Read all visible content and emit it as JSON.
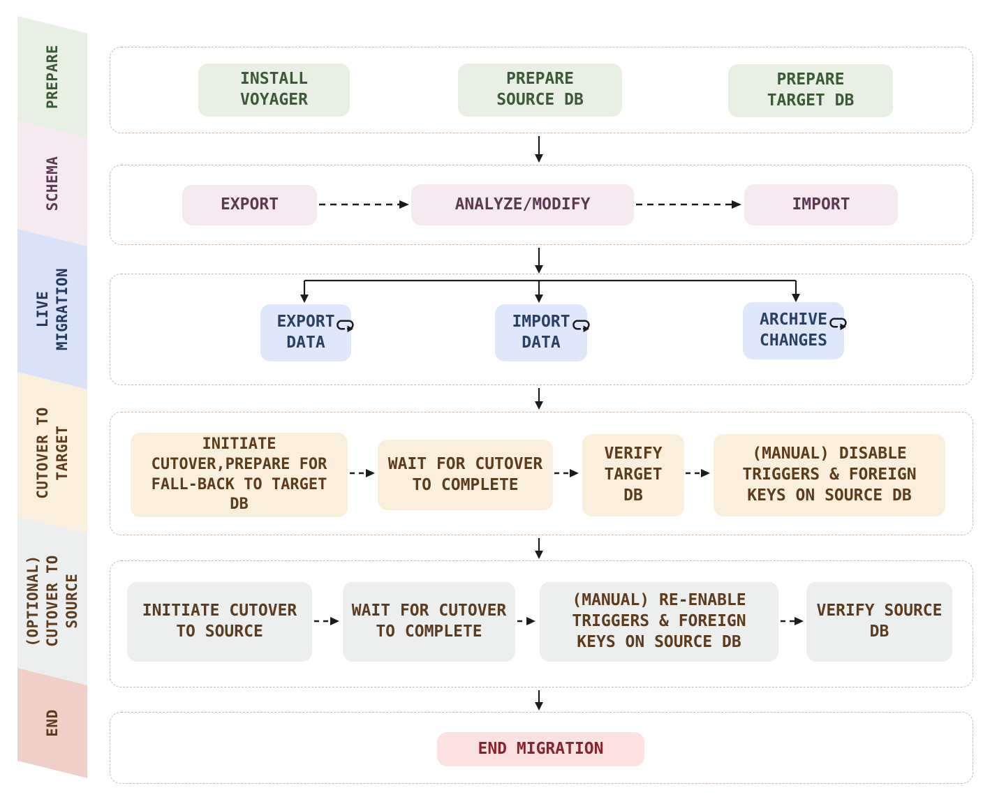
{
  "canvas": {
    "background": "#ffffff",
    "container_dash_color": "#ccb8a8",
    "connector_color": "#1b1b1b"
  },
  "sidebar": {
    "sections": [
      {
        "id": "prepare",
        "label": "PREPARE",
        "bg": "#e7f0e3",
        "fg": "#3d5a38"
      },
      {
        "id": "schema",
        "label": "SCHEMA",
        "bg": "#f6eaf0",
        "fg": "#5b3950"
      },
      {
        "id": "live-migration",
        "label": "LIVE\nMIGRATION",
        "bg": "#d9e2f6",
        "fg": "#24395b"
      },
      {
        "id": "cutover-to-target",
        "label": "CUTOVER TO\nTARGET",
        "bg": "#faeedd",
        "fg": "#5c3c1d"
      },
      {
        "id": "optional-cutover-to-source",
        "label": "(OPTIONAL)\nCUTOVER TO\nSOURCE",
        "bg": "#ecefee",
        "fg": "#5c3c1d"
      },
      {
        "id": "end",
        "label": "END",
        "bg": "#f1cfc9",
        "fg": "#5c3c1d"
      }
    ]
  },
  "flow": {
    "rows": [
      {
        "stage": "PREPARE",
        "nodes": [
          {
            "label": "INSTALL\nVOYAGER"
          },
          {
            "label": "PREPARE\nSOURCE DB"
          },
          {
            "label": "PREPARE\nTARGET DB"
          }
        ]
      },
      {
        "stage": "SCHEMA",
        "nodes": [
          {
            "label": "EXPORT"
          },
          {
            "label": "ANALYZE/MODIFY"
          },
          {
            "label": "IMPORT"
          }
        ]
      },
      {
        "stage": "LIVE MIGRATION",
        "nodes": [
          {
            "label": "EXPORT\nDATA",
            "icon": "loop-arrow-icon"
          },
          {
            "label": "IMPORT\nDATA",
            "icon": "loop-arrow-icon"
          },
          {
            "label": "ARCHIVE\nCHANGES",
            "icon": "loop-arrow-icon"
          }
        ]
      },
      {
        "stage": "CUTOVER TO TARGET",
        "nodes": [
          {
            "label": "INITIATE\nCUTOVER,PREPARE FOR\nFALL-BACK TO TARGET\nDB"
          },
          {
            "label": "WAIT FOR CUTOVER\nTO COMPLETE"
          },
          {
            "label": "VERIFY\nTARGET\nDB"
          },
          {
            "label": "(MANUAL) DISABLE\nTRIGGERS & FOREIGN\nKEYS ON SOURCE DB"
          }
        ]
      },
      {
        "stage": "(OPTIONAL) CUTOVER TO SOURCE",
        "nodes": [
          {
            "label": "INITIATE CUTOVER\nTO SOURCE"
          },
          {
            "label": "WAIT FOR CUTOVER\nTO COMPLETE"
          },
          {
            "label": "(MANUAL) RE-ENABLE\nTRIGGERS & FOREIGN\nKEYS ON SOURCE DB"
          },
          {
            "label": "VERIFY SOURCE\nDB"
          }
        ]
      },
      {
        "stage": "END",
        "nodes": [
          {
            "label": "END MIGRATION"
          }
        ]
      }
    ]
  }
}
